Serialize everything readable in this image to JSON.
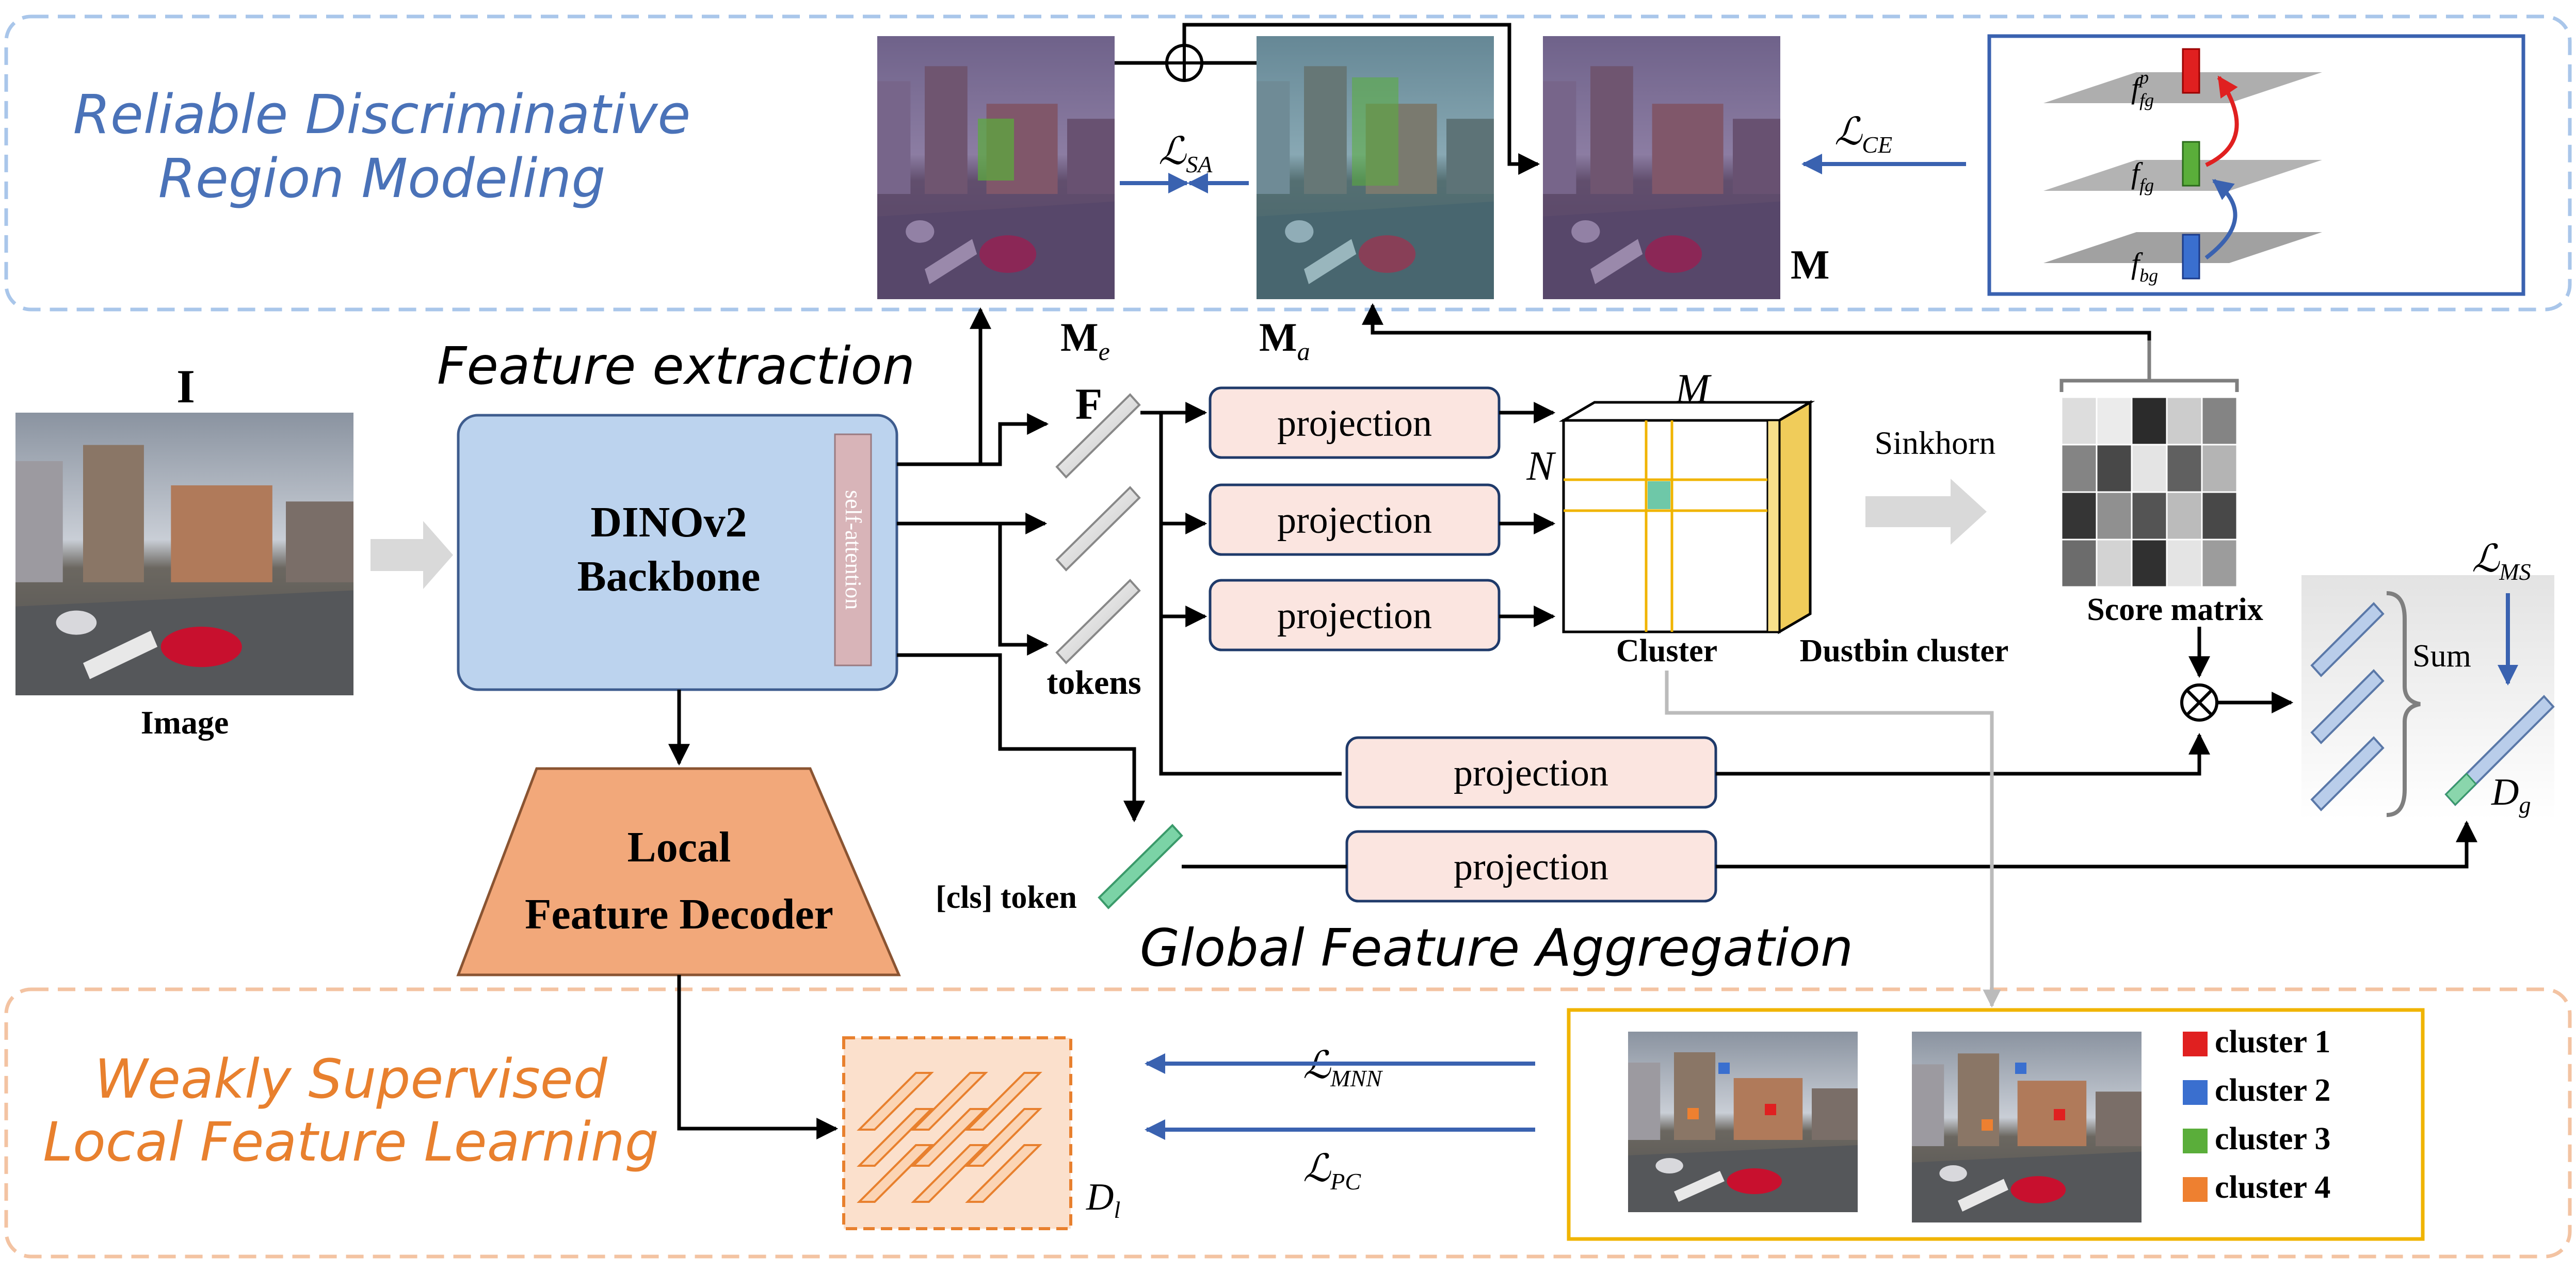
{
  "colors": {
    "blue_region": "#4a72b8",
    "orange_region": "#e8802e",
    "backbone_fill": "#bcd3ee",
    "decoder_fill": "#f2a87a",
    "projection_fill": "#fbe5e0",
    "projection_stroke": "#1f3a6a",
    "dustbin_fill": "#f8e08a",
    "cluster_grid": "#f0b400",
    "cluster_1": "#e02020",
    "cluster_2": "#3a6fcf",
    "cluster_3": "#5aae3a",
    "cluster_4": "#ee8030",
    "loss_arrow": "#3a62b0",
    "overlay_purple": "#5a3a78"
  },
  "regions": {
    "top_title_line1": "Reliable Discriminative",
    "top_title_line2": "Region Modeling",
    "bottom_title_line1": "Weakly Supervised",
    "bottom_title_line2": "Local Feature Learning"
  },
  "sections": {
    "feature_extraction": "Feature extraction",
    "global_aggregation": "Global Feature Aggregation"
  },
  "input": {
    "symbol": "I",
    "caption": "Image"
  },
  "backbone": {
    "line1": "DINOv2",
    "line2": "Backbone",
    "attention": "self-attention"
  },
  "decoder": {
    "line1": "Local",
    "line2": "Feature Decoder"
  },
  "tokens": {
    "symbol": "F",
    "label": "tokens",
    "cls_label": "[cls] token"
  },
  "projections": [
    "projection",
    "projection",
    "projection",
    "projection",
    "projection"
  ],
  "cluster": {
    "m_label": "M",
    "n_label": "N",
    "caption": "Cluster",
    "dustbin_caption": "Dustbin cluster",
    "sinkhorn": "Sinkhorn"
  },
  "score_matrix": {
    "caption": "Score matrix",
    "cells": [
      [
        0.92,
        0.98,
        0.18,
        0.85,
        0.55
      ],
      [
        0.55,
        0.3,
        0.95,
        0.4,
        0.75
      ],
      [
        0.22,
        0.6,
        0.35,
        0.78,
        0.3
      ],
      [
        0.45,
        0.88,
        0.2,
        0.95,
        0.65
      ]
    ]
  },
  "aggregation": {
    "sum_label": "Sum",
    "dg_label": "D",
    "dg_sub": "g",
    "dl_label": "D",
    "dl_sub": "l"
  },
  "maps": {
    "me_label": "M",
    "me_sub": "e",
    "ma_label": "M",
    "ma_sub": "a",
    "m_label": "M"
  },
  "fg_labels": {
    "top": "f",
    "top_sub": "fg",
    "top_sup": "p",
    "mid": "f",
    "mid_sub": "fg",
    "bot": "f",
    "bot_sub": "bg"
  },
  "losses": {
    "sa": "SA",
    "ce": "CE",
    "ms": "MS",
    "mnn": "MNN",
    "pc": "PC",
    "symbol": "ℒ"
  },
  "legend": [
    {
      "label": "cluster 1",
      "color": "#e02020"
    },
    {
      "label": "cluster 2",
      "color": "#3a6fcf"
    },
    {
      "label": "cluster 3",
      "color": "#5aae3a"
    },
    {
      "label": "cluster 4",
      "color": "#ee8030"
    }
  ]
}
